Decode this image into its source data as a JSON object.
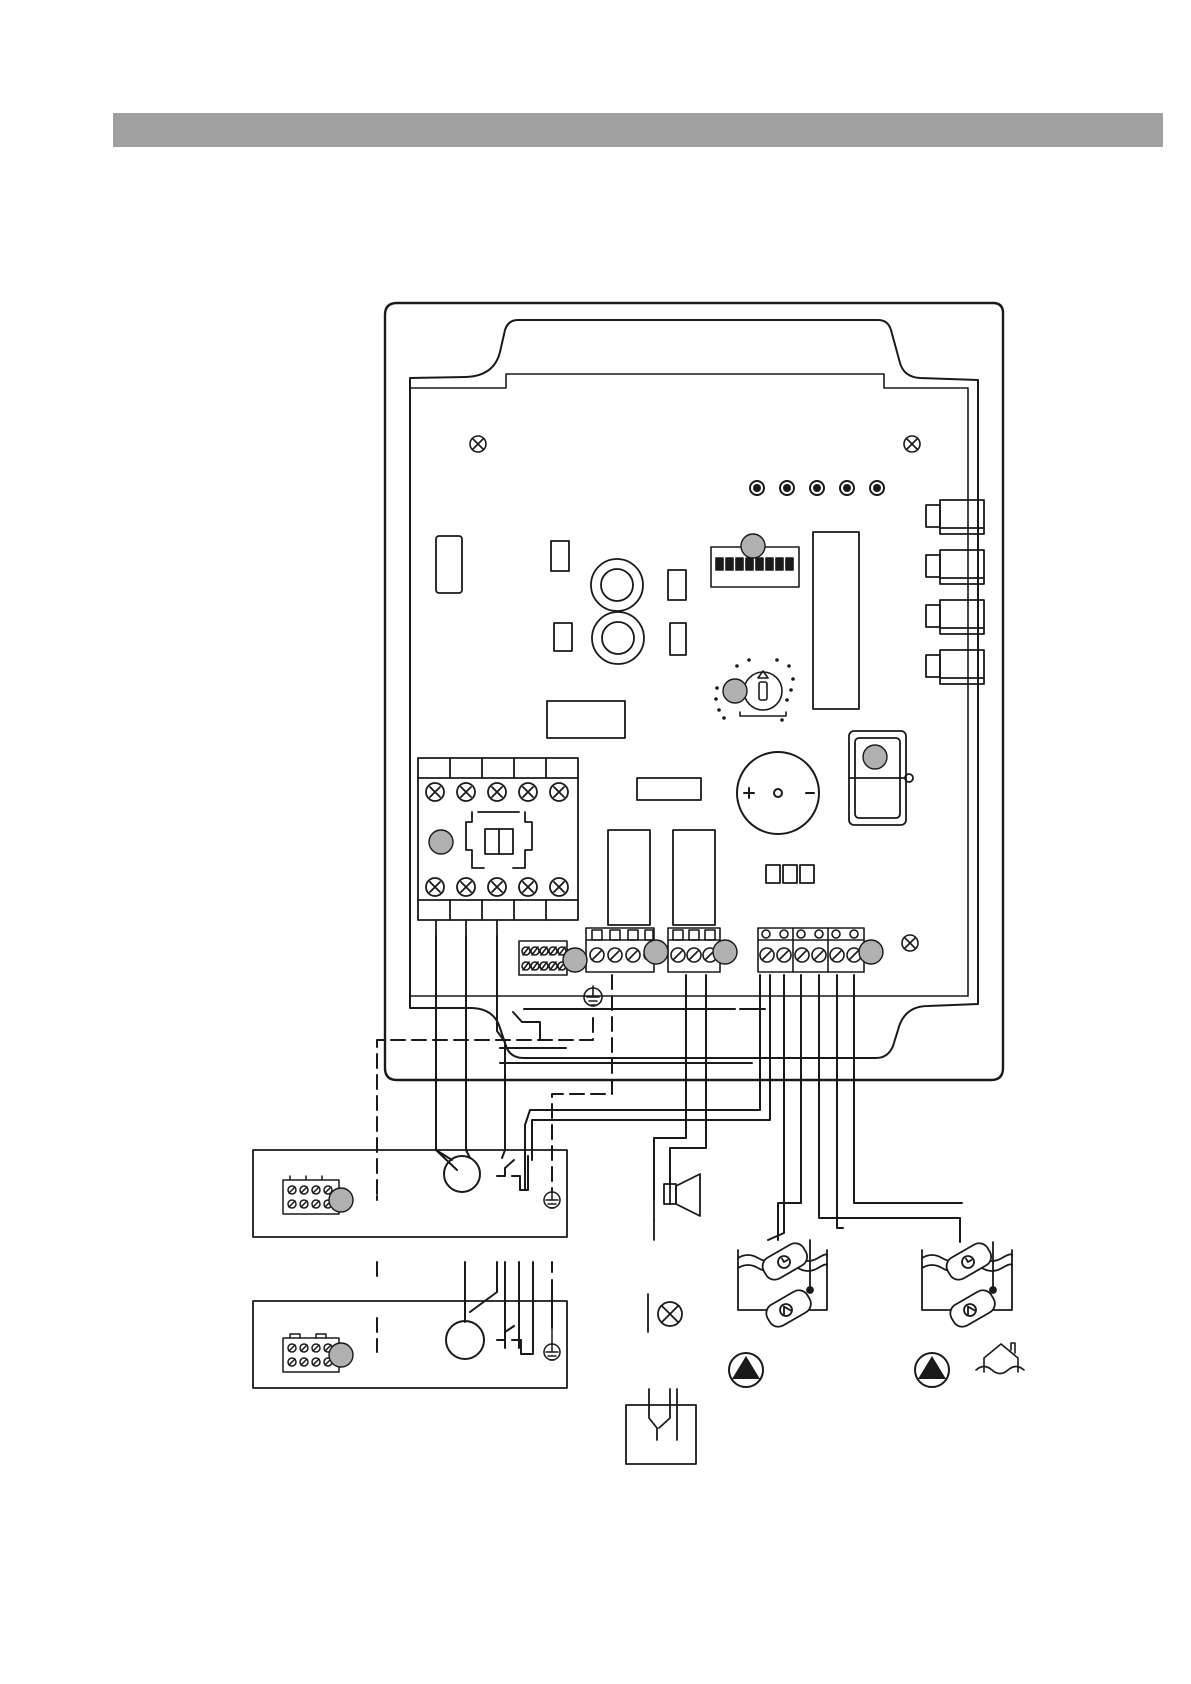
{
  "colors": {
    "header_bar": "#a0a0a0",
    "line": "#1a1a1a",
    "marker": "#b0b0b0"
  },
  "diagram": {
    "kind": "wiring diagram, pump control unit",
    "components": [
      "control-housing",
      "circuit-board",
      "contactor",
      "dip-switch-block",
      "rotary-potentiometer",
      "buzzer",
      "battery-holder",
      "terminal-blocks",
      "pump-motor-single-phase",
      "pump-motor-three-phase",
      "alarm-horn",
      "warning-lamp",
      "external-contact",
      "float-switches-tank-1",
      "float-switches-tank-2",
      "pump-symbol-1",
      "pump-symbol-2",
      "flood-house-icon"
    ],
    "buzzer_polarity": {
      "plus": "+",
      "minus": "–"
    }
  }
}
